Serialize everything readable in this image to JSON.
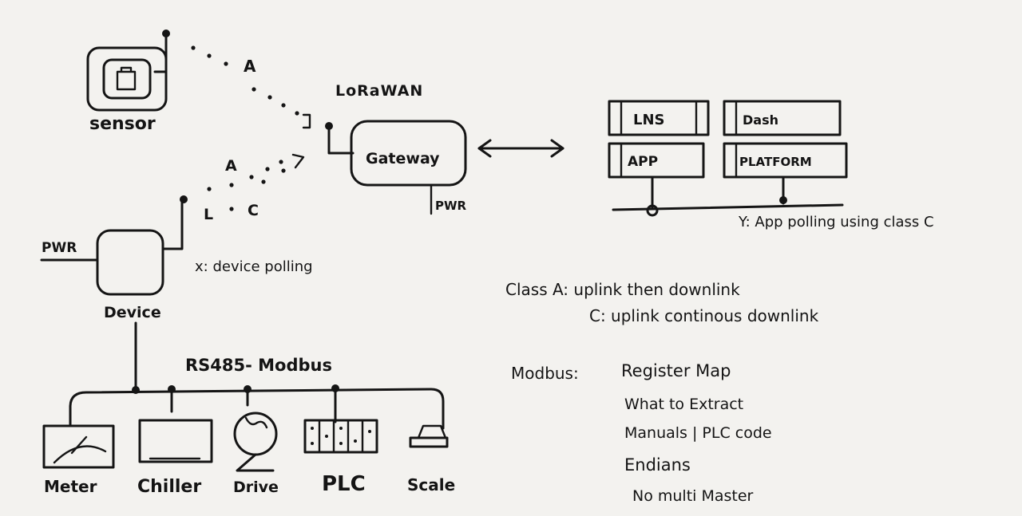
{
  "diagram": {
    "sensor_label": "sensor",
    "lorawan_label": "LoRaWAN",
    "gateway_label": "Gateway",
    "gateway_pwr_label": "PWR",
    "device_pwr_label": "PWR",
    "device_label": "Device",
    "link_sensor_class": "A",
    "link_device_class_a": "A",
    "link_device_class_l": "L",
    "link_device_class_c": "C",
    "device_polling_note": "x: device polling",
    "rs485_label": "RS485- Modbus",
    "lns_label": "LNS",
    "dash_label": "Dash",
    "app_label": "APP",
    "platform_label": "PLATFORM",
    "app_polling_note": "Y: App polling using class C",
    "devices": [
      "Meter",
      "Chiller",
      "Drive",
      "PLC",
      "Scale"
    ]
  },
  "notes": {
    "class_a": "Class A: uplink then downlink",
    "class_c": "C: uplink continous downlink",
    "modbus_heading": "Modbus:",
    "modbus_items": [
      "Register Map",
      "What to Extract",
      "Manuals | PLC code",
      "Endians",
      "No multi Master"
    ]
  }
}
